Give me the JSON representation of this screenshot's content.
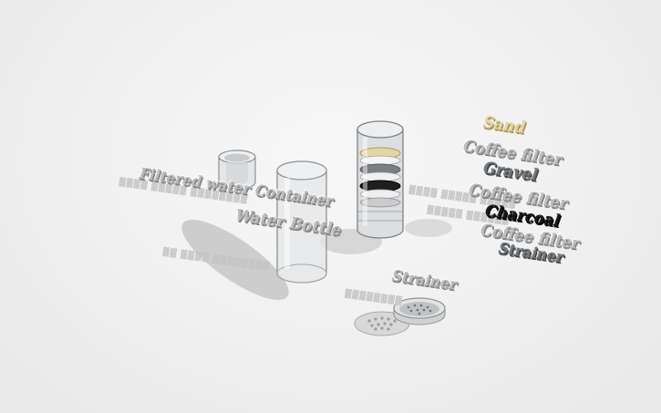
{
  "labels": {
    "sand": "Sand",
    "coffee_filter_1": "Coffee filter",
    "gravel": "Gravel",
    "coffee_filter_2": "Coffee filter",
    "charcoal": "Charcoal",
    "coffee_filter_3": "Coffee filter",
    "strainer_right": "Strainer",
    "filtered_water_container": "Filtered water Container",
    "water_bottle": "Water Bottle",
    "strainer": "Strainer"
  },
  "colors": {
    "background": "#f2f2f2",
    "sand": "#e4d6a4",
    "charcoal": "#1a1a1a",
    "plastic": "#d6d8da"
  }
}
